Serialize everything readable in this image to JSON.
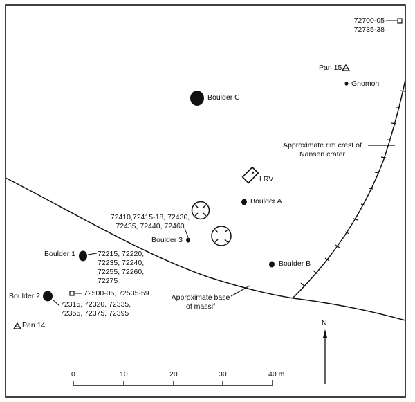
{
  "map": {
    "title": "Apollo 17 Station 2 sample locations",
    "north_label": "N",
    "features": {
      "boulder_c": "Boulder C",
      "boulder_a": "Boulder A",
      "boulder_b": "Boulder B",
      "boulder_1": "Boulder 1",
      "boulder_2": "Boulder 2",
      "boulder_3": "Boulder 3",
      "lrv": "LRV",
      "gnomon": "Gnomon",
      "pan_15": "Pan 15",
      "pan_14": "Pan 14"
    },
    "samples": {
      "top_right": "72700-05\n72735-38",
      "boulder_3": "72410,72415-18, 72430,\n72435, 72440, 72460",
      "boulder_1": "72215, 72220,\n72235, 72240,\n72255, 72260,\n72275",
      "soil_near_boulder_2": "72500-05, 72535-59",
      "boulder_2": "72315, 72320, 72335,\n72355, 72375, 72395"
    },
    "annotations": {
      "rim_crest": "Approximate rim crest of\nNansen crater",
      "massif_base": "Approximate base\nof massif"
    },
    "scale_bar": {
      "unit": "m",
      "ticks": [
        "0",
        "10",
        "20",
        "30",
        "40"
      ],
      "max_label": "40 m"
    }
  }
}
